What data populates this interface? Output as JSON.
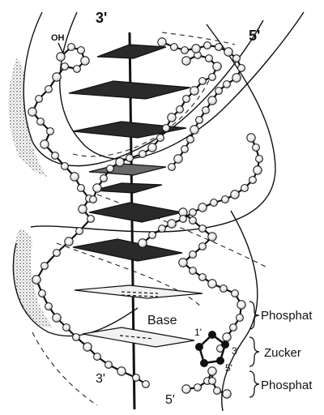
{
  "labels": {
    "top_left_end": "3'",
    "top_right_end": "5'",
    "hydroxyl": "OH",
    "bottom_left_end": "3'",
    "bottom_center_end": "5'",
    "base": "Base",
    "phosphate_upper": "Phosphat",
    "sugar": "Zucker",
    "phosphate_lower": "Phosphat",
    "sugar_c1": "1'",
    "sugar_c3": "3'",
    "sugar_c5": "5'"
  }
}
